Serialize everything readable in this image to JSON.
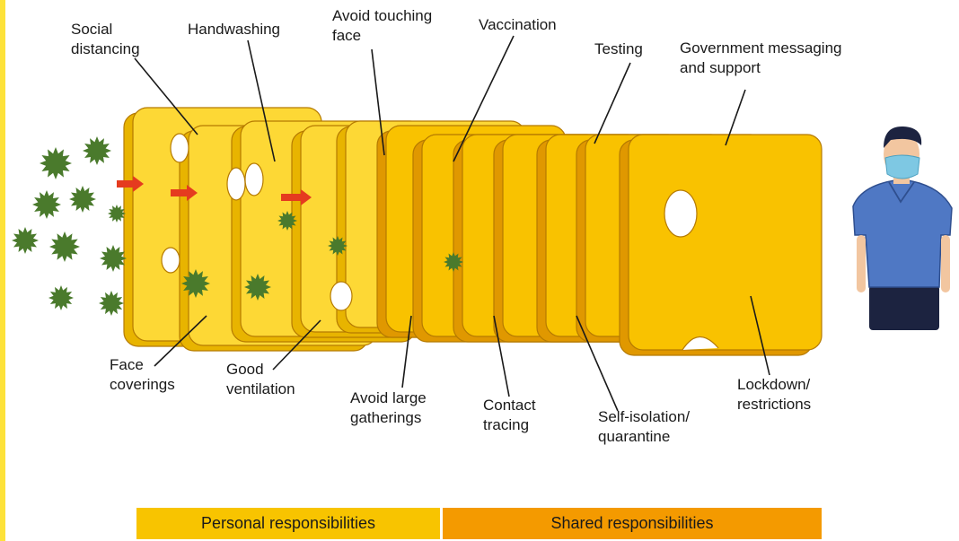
{
  "layers": {
    "social_distancing": "Social\ndistancing",
    "handwashing": "Handwashing",
    "avoid_touching_face": "Avoid touching\nface",
    "vaccination": "Vaccination",
    "testing": "Testing",
    "government_messaging": "Government messaging\nand support",
    "face_coverings": "Face\ncoverings",
    "good_ventilation": "Good\nventilation",
    "avoid_large_gatherings": "Avoid large\ngatherings",
    "contact_tracing": "Contact\ntracing",
    "self_isolation": "Self-isolation/\nquarantine",
    "lockdown": "Lockdown/\nrestrictions"
  },
  "responsibilities": {
    "personal": "Personal responsibilities",
    "shared": "Shared responsibilities"
  },
  "colors": {
    "personal": "#f8c400",
    "shared": "#f49a00",
    "slice_light": "#fdd835",
    "slice_dark": "#e8a800",
    "virus": "#4a7a2c",
    "arrow": "#e53b1f",
    "shirt": "#4f78c4",
    "mask": "#7ec8e3"
  },
  "icons": [
    "virus-icon",
    "person-icon",
    "arrow-icon"
  ]
}
